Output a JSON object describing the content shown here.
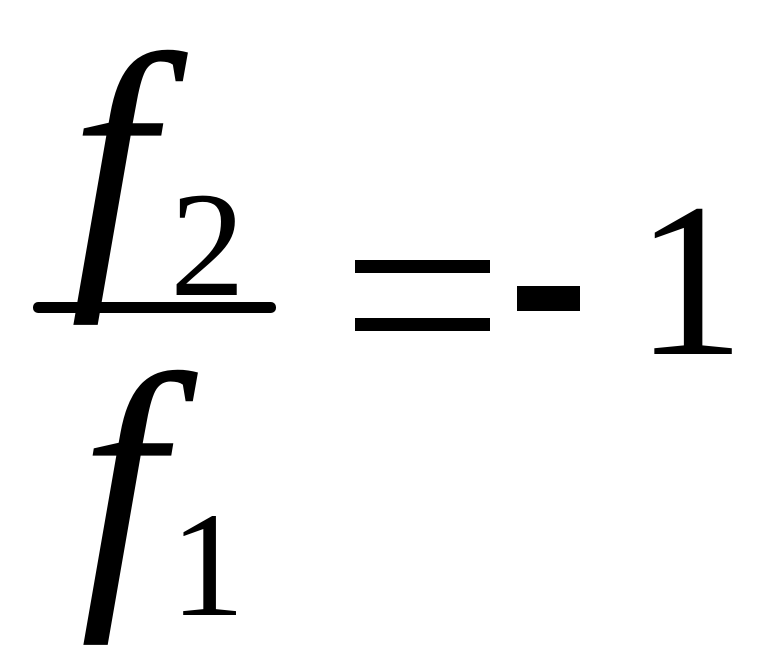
{
  "equation": {
    "numerator": {
      "symbol": "f",
      "subscript": "2"
    },
    "denominator": {
      "symbol": "f",
      "subscript": "1"
    },
    "relation": "=",
    "sign": "-",
    "rhs_value": "1"
  }
}
